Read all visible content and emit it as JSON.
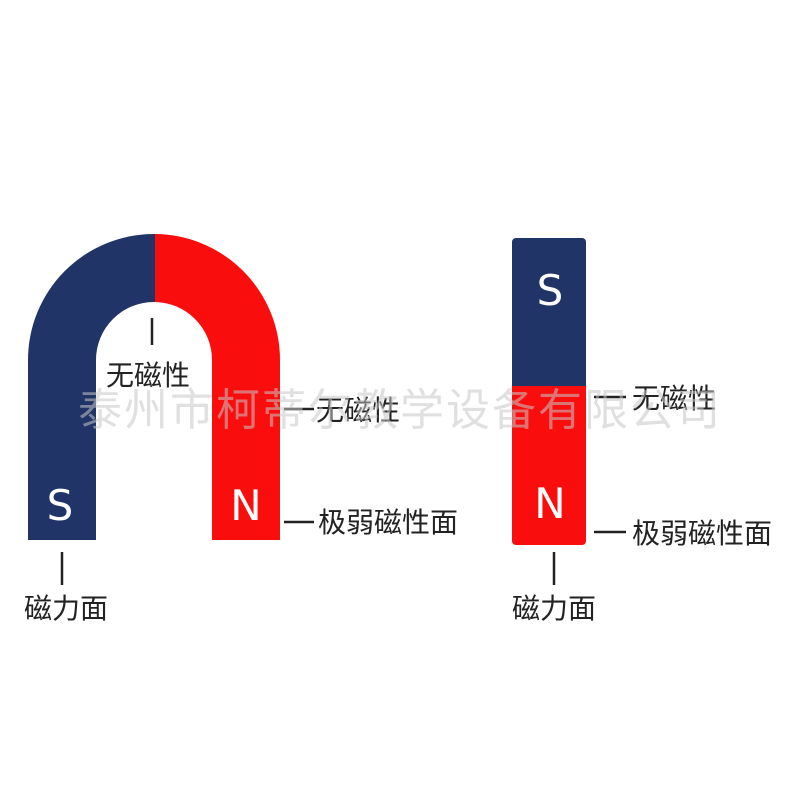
{
  "colors": {
    "south": "#213468",
    "north": "#f90d0d",
    "text": "#222222",
    "watermark": "#c8c8c8"
  },
  "u_magnet": {
    "south_pole": "S",
    "north_pole": "N",
    "label_neutral_top": "无磁性",
    "label_neutral_right": "无磁性",
    "label_weak_face": "极弱磁性面",
    "label_force_face": "磁力面"
  },
  "bar_magnet": {
    "south_pole": "S",
    "north_pole": "N",
    "label_neutral": "无磁性",
    "label_weak_face": "极弱磁性面",
    "label_force_face": "磁力面"
  },
  "watermark": "泰州市柯蒂尔教学设备有限公司"
}
